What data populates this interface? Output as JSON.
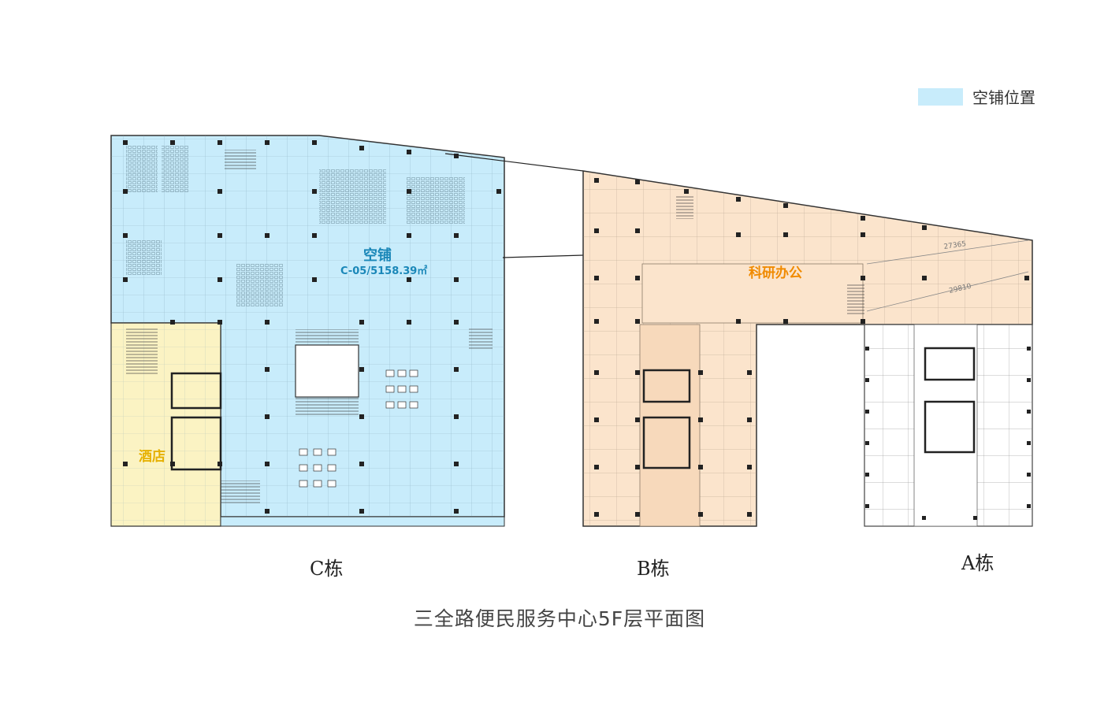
{
  "legend": {
    "label": "空铺位置",
    "color": "#c8ecfb"
  },
  "zones": {
    "vacant": {
      "name": "空铺",
      "code": "C-05/5158.39㎡",
      "color": "#c8ecfb",
      "text_color": "#1a87b8"
    },
    "hotel": {
      "name": "酒店",
      "color": "#fbf3c3",
      "text_color": "#e6b000"
    },
    "office": {
      "name": "科研办公",
      "color": "#fbe4cc",
      "text_color": "#f08a00"
    }
  },
  "buildings": {
    "c": "C栋",
    "b": "B栋",
    "a": "A栋"
  },
  "dimensions": [
    "27365",
    "29810"
  ],
  "title": "三全路便民服务中心5F层平面图"
}
